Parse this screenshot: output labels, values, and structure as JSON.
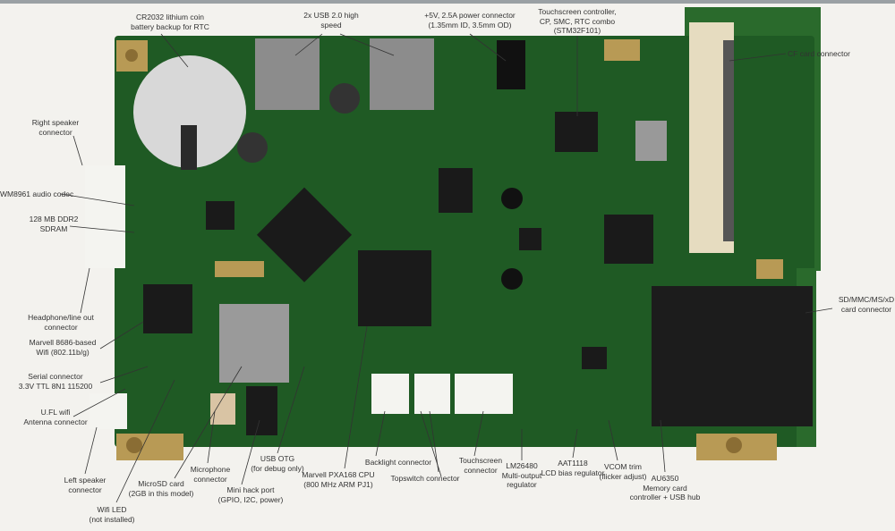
{
  "annotations": {
    "cr2032": [
      "CR2032 lithium coin",
      "battery backup for RTC"
    ],
    "usb": [
      "2x USB 2.0 high",
      "speed"
    ],
    "power": [
      "+5V, 2.5A power connector",
      "(1.35mm ID, 3.5mm OD)"
    ],
    "touch_ctrl": [
      "Touchscreen controller,",
      "CP, SMC, RTC combo",
      "(STM32F101)"
    ],
    "cf_card": [
      "CF card connector"
    ],
    "right_speaker": [
      "Right speaker",
      "connector"
    ],
    "codec": [
      "WM8961 audio codec"
    ],
    "sdram": [
      "128 MB DDR2",
      "SDRAM"
    ],
    "headphone": [
      "Headphone/line out",
      "connector"
    ],
    "wifi": [
      "Marvell 8686-based",
      "Wifi (802.11b/g)"
    ],
    "serial": [
      "Serial connector",
      "3.3V TTL 8N1 115200"
    ],
    "ufl": [
      "U.FL wifi",
      "Antenna connector"
    ],
    "left_speaker": [
      "Left speaker",
      "connector"
    ],
    "wifi_led": [
      "Wifi LED",
      "(not installed)"
    ],
    "microsd": [
      "MicroSD card",
      "(2GB in this model)"
    ],
    "microphone": [
      "Microphone",
      "connector"
    ],
    "hack_port": [
      "Mini hack port",
      "(GPIO, I2C, power)"
    ],
    "usb_otg": [
      "USB OTG",
      "(for debug only)"
    ],
    "cpu": [
      "Marvell PXA168 CPU",
      "(800 MHz ARM PJ1)"
    ],
    "backlight": [
      "Backlight connector"
    ],
    "topswitch": [
      "Topswitch connector"
    ],
    "touch_conn": [
      "Touchscreen",
      "connector"
    ],
    "lm26480": [
      "LM26480",
      "Multi-output",
      "regulator"
    ],
    "aat1118": [
      "AAT1118",
      "LCD bias regulator"
    ],
    "vcom": [
      "VCOM trim",
      "(flicker adjust)"
    ],
    "au6350": [
      "AU6350",
      "Memory card",
      "controller + USB hub"
    ],
    "sd_card": [
      "SD/MMC/MS/xD",
      "card connector"
    ]
  },
  "colors": {
    "board": "#1f5a24",
    "board_dark": "#154419",
    "chip": "#1a1a1a",
    "gold": "#b89a55",
    "connector": "#f4f4f0",
    "background": "#f3f2ee"
  }
}
